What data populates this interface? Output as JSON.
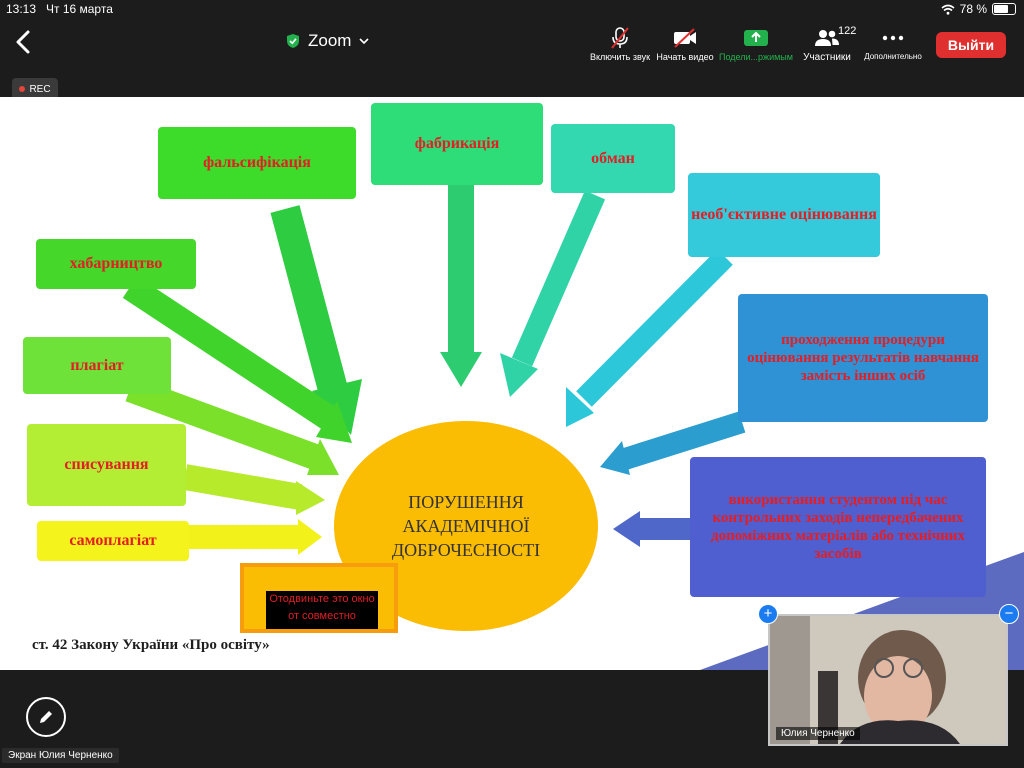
{
  "status_bar": {
    "time": "13:13",
    "date": "Чт 16 марта",
    "battery": "78 %"
  },
  "toolbar": {
    "title": "Zoom",
    "items": [
      {
        "label": "Включить звук",
        "icon": "mic-off-icon"
      },
      {
        "label": "Начать видео",
        "icon": "video-off-icon"
      },
      {
        "label": "Подели...ржимым",
        "icon": "share-screen-icon"
      },
      {
        "label": "Участники",
        "icon": "participants-icon",
        "badge": "122"
      },
      {
        "label": "Дополнительно",
        "icon": "more-icon"
      }
    ],
    "leave_label": "Выйти"
  },
  "rec_label": "REC",
  "slide": {
    "center": "ПОРУШЕННЯ АКАДЕМІЧНОЇ ДОБРОЧЕСНОСТІ",
    "boxes": {
      "b1": "фальсифікація",
      "b2": "фабрикація",
      "b3": "обман",
      "b4": "необ'єктивне оцінювання",
      "b5": "хабарництво",
      "b6": "плагіат",
      "b7": "проходження процедури оцінювання результатів навчання замість інших осіб",
      "b8": "списування",
      "b9": "самоплагіат",
      "b10": "використання студентом під час контрольних заходів непередбачених допоміжних матеріалів або технічних засобів"
    },
    "footer": "ст. 42 Закону  України «Про освіту»",
    "warning": "Отодвиньте это окно от совместно"
  },
  "screen_label": "Экран Юлия Черненко",
  "video": {
    "name": "Юлия Черненко"
  },
  "colors": {
    "leave": "#e02f2f",
    "accent": "#1b7cf2",
    "share": "#23b14d",
    "circle": "#fbbc04",
    "box_text": "#e31e24"
  }
}
